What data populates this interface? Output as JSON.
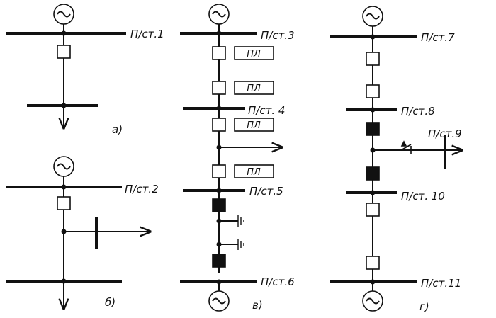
{
  "substations": {
    "s1": "П/ст.1",
    "s2": "П/ст.2",
    "s3": "П/ст.3",
    "s4": "П/ст. 4",
    "s5": "П/ст.5",
    "s6": "П/ст.6",
    "s7": "П/ст.7",
    "s8": "П/ст.8",
    "s9": "П/ст.9",
    "s10": "П/ст. 10",
    "s11": "П/ст.11"
  },
  "pl_label": "ПЛ",
  "panels": {
    "a": "а)",
    "b": "б)",
    "v": "в)",
    "g": "г)"
  },
  "colors": {
    "line": "#111111",
    "background": "#ffffff"
  }
}
